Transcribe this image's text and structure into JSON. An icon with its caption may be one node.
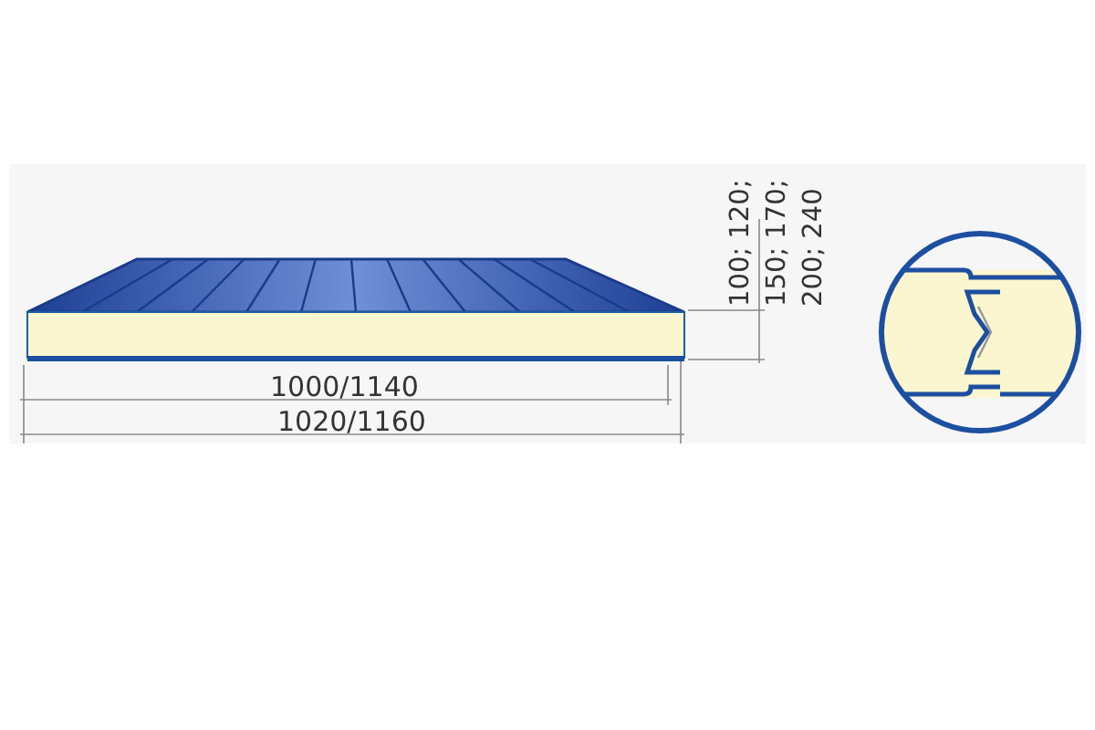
{
  "diagram": {
    "labels": [
      "100; 120; 150; 170; 200; 240",
      "1000/1140",
      "1020/1160"
    ]
  }
}
